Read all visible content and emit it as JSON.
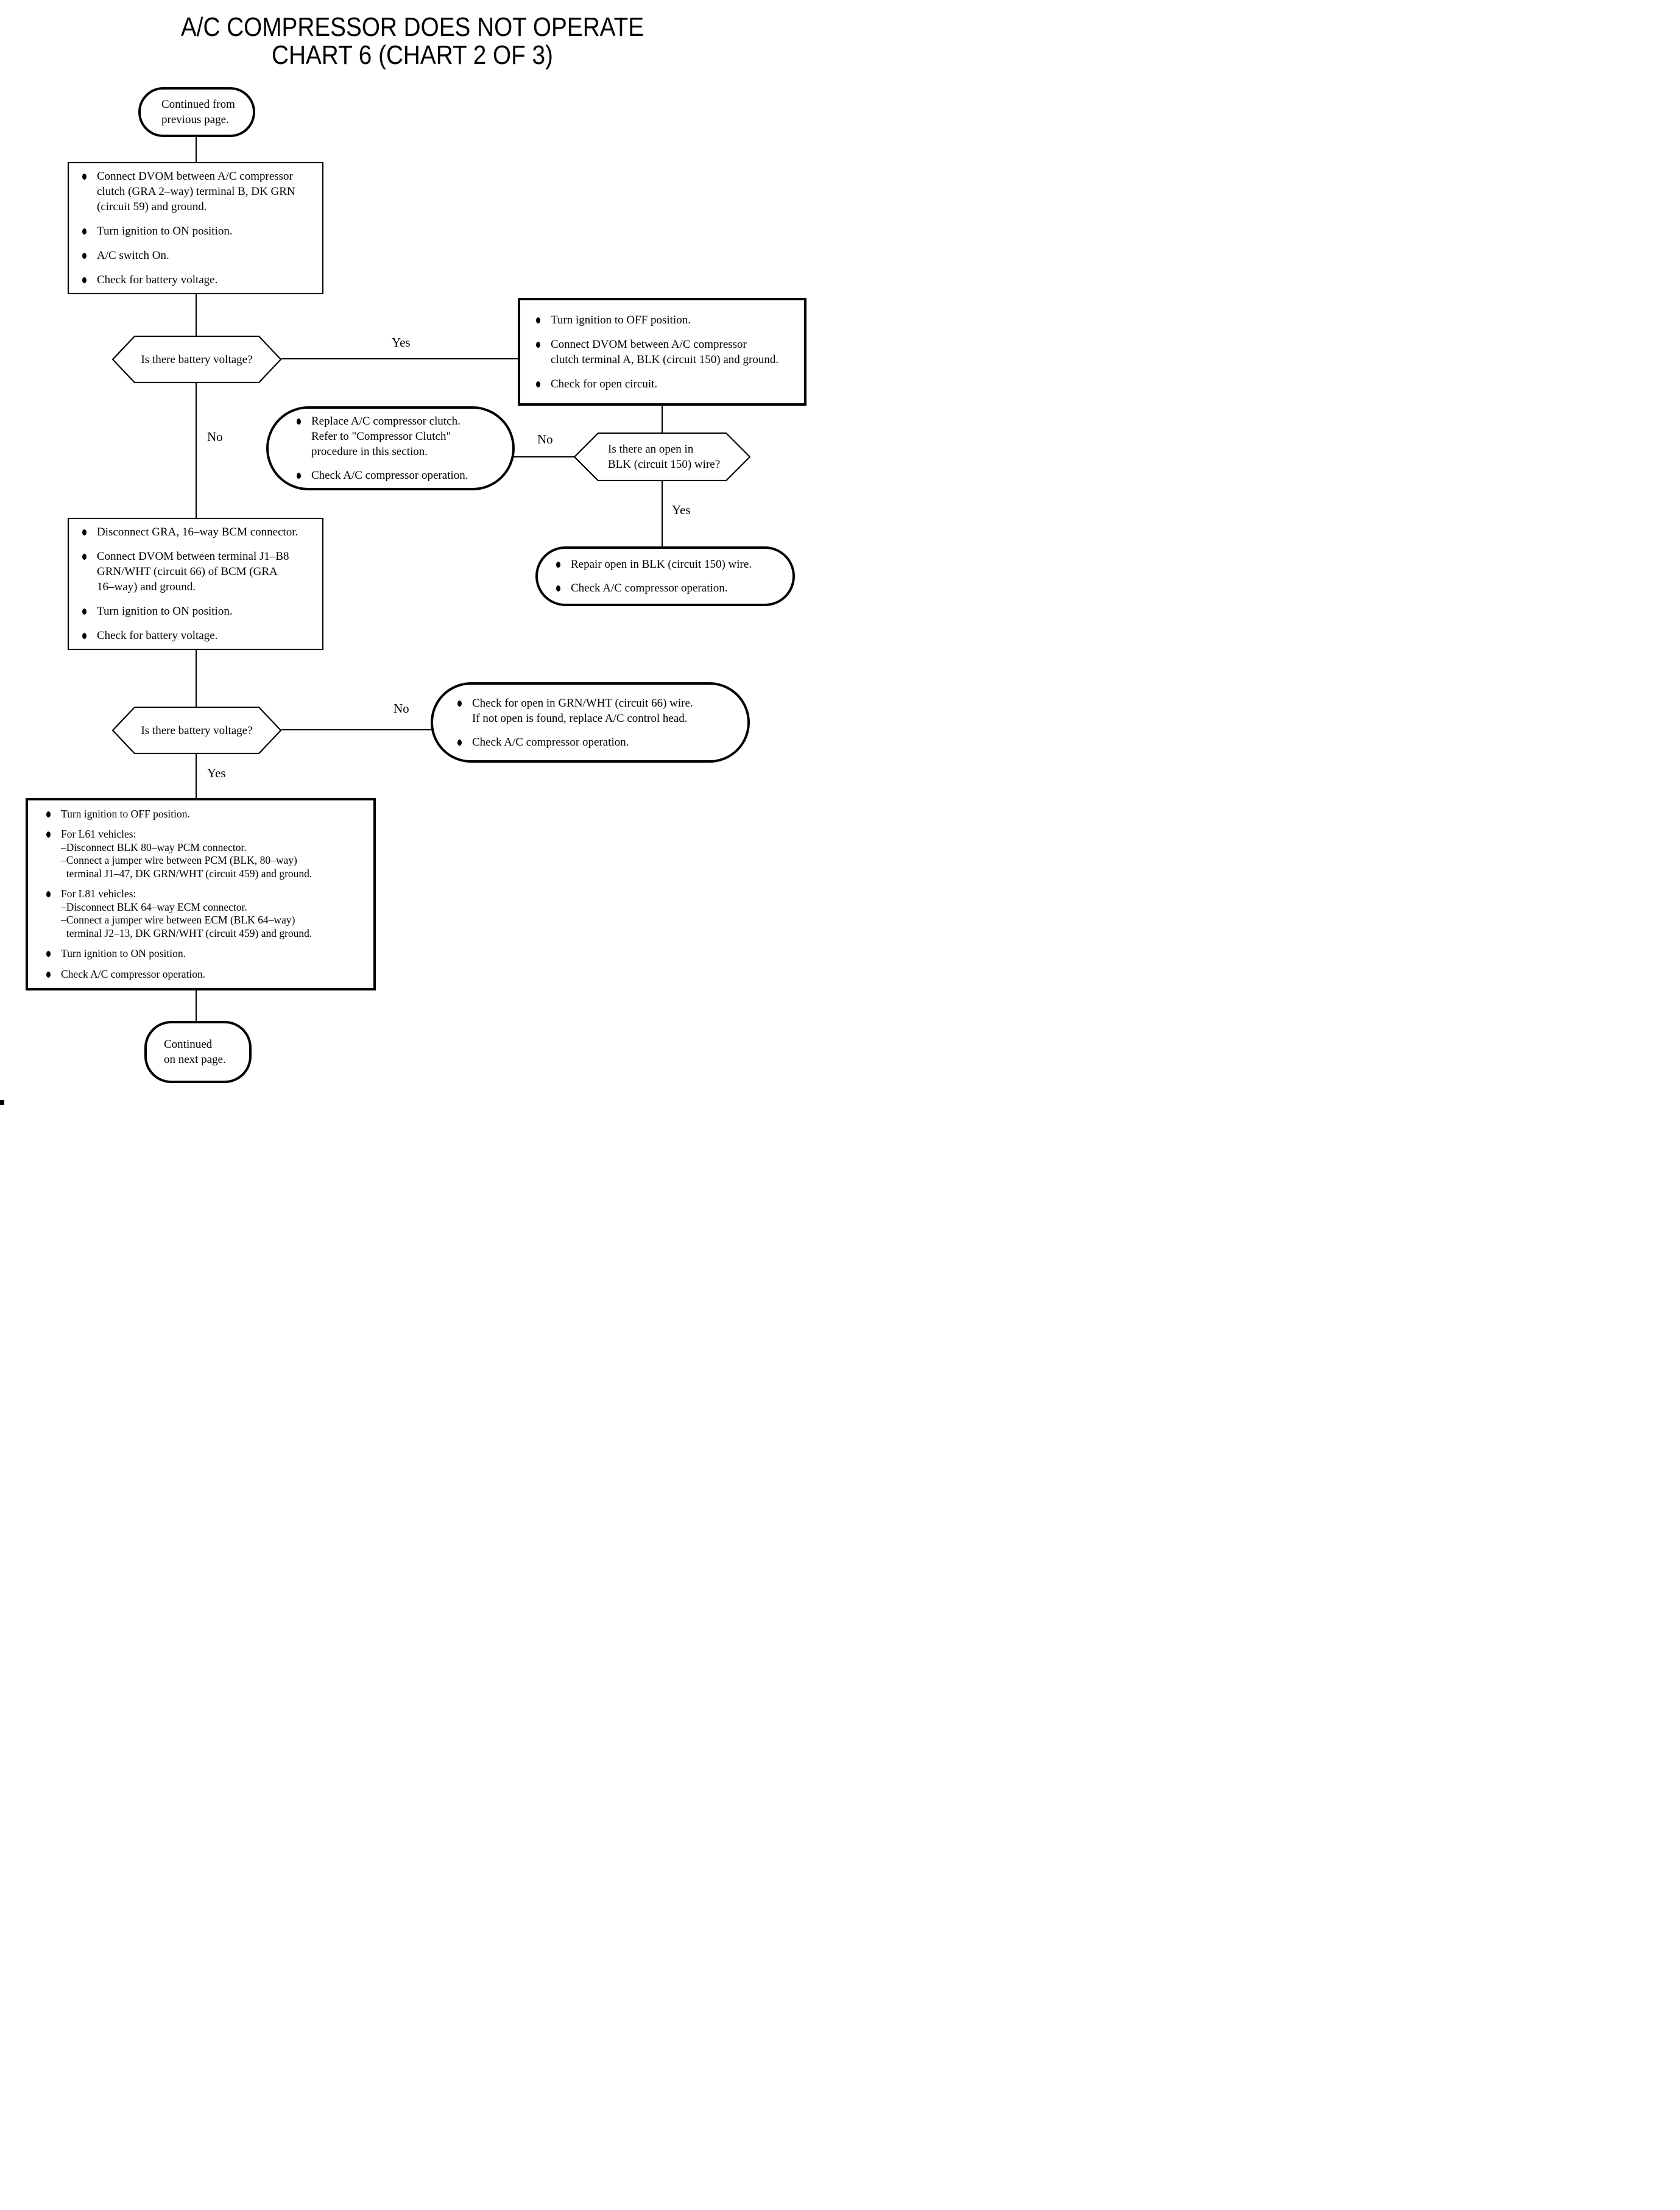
{
  "colors": {
    "ink": "#000000",
    "paper": "#ffffff"
  },
  "title": {
    "line1": "A/C COMPRESSOR DOES NOT OPERATE",
    "line2": "CHART 6 (CHART 2 OF 3)"
  },
  "flow": {
    "start_terminal": {
      "text": "Continued from\nprevious page."
    },
    "step_check_clutch_voltage": {
      "bullets": [
        "Connect DVOM between A/C compressor\nclutch (GRA 2–way) terminal B, DK GRN\n(circuit 59) and ground.",
        "Turn ignition to ON position.",
        "A/C switch On.",
        "Check for battery voltage."
      ]
    },
    "decision_battery_voltage_1": {
      "question": "Is there battery voltage?",
      "yes_label": "Yes",
      "no_label": "No"
    },
    "step_check_ground_circuit": {
      "bullets": [
        "Turn ignition to OFF position.",
        "Connect DVOM between A/C compressor\nclutch terminal A, BLK (circuit 150) and ground.",
        "Check for open circuit."
      ]
    },
    "decision_open_blk": {
      "question": "Is there an open in\nBLK (circuit 150) wire?",
      "no_label": "No",
      "yes_label": "Yes"
    },
    "result_replace_clutch": {
      "bullets": [
        "Replace A/C compressor clutch.\nRefer to \"Compressor Clutch\"\nprocedure in this section.",
        "Check A/C compressor operation."
      ]
    },
    "result_repair_open_blk": {
      "bullets": [
        "Repair open in BLK (circuit 150) wire.",
        "Check A/C compressor operation."
      ]
    },
    "step_check_bcm_voltage": {
      "bullets": [
        "Disconnect GRA, 16–way BCM connector.",
        "Connect DVOM between terminal J1–B8\nGRN/WHT (circuit 66) of BCM (GRA\n16–way) and ground.",
        "Turn ignition to ON position.",
        "Check for battery voltage."
      ]
    },
    "decision_battery_voltage_2": {
      "question": "Is there battery voltage?",
      "no_label": "No",
      "yes_label": "Yes"
    },
    "result_check_grnwht": {
      "bullets": [
        "Check for open in GRN/WHT (circuit 66) wire.\nIf not open is found, replace A/C control head.",
        "Check A/C compressor operation."
      ]
    },
    "step_jumper_test": {
      "bullets": [
        "Turn ignition to OFF position.",
        "For L61 vehicles:\n–Disconnect BLK 80–way PCM connector.\n–Connect a jumper wire between PCM (BLK, 80–way)\n  terminal J1–47, DK GRN/WHT (circuit 459) and ground.",
        "For L81 vehicles:\n–Disconnect BLK 64–way ECM connector.\n–Connect a jumper wire between ECM (BLK 64–way)\n  terminal J2–13, DK GRN/WHT (circuit 459) and ground.",
        "Turn ignition to ON position.",
        "Check A/C compressor operation."
      ]
    },
    "end_terminal": {
      "text": "Continued\non next page."
    }
  }
}
